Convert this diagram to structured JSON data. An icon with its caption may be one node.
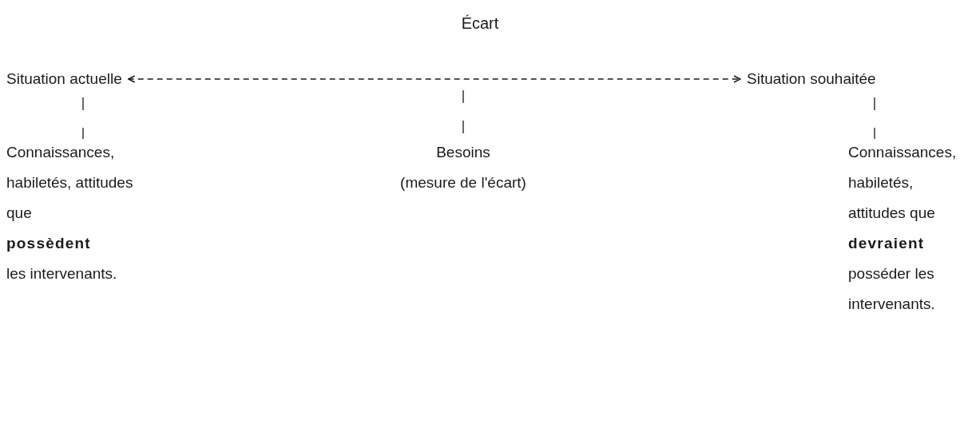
{
  "diagram": {
    "title": "Écart",
    "nodes": [
      {
        "text": [
          "Situation actuelle"
        ]
      },
      {
        "text": [
          "Situation souhaitée"
        ]
      },
      {
        "text": [
          "Connaissances, habiletés, attitudes que **possèdent** les intervenants."
        ]
      },
      {
        "text": [
          "Besoins",
          "(mesure de l'écart)"
        ]
      },
      {
        "text": [
          "Connaissances, habiletés, attitudes que **devraient** posséder les intervenants."
        ]
      }
    ],
    "edges": [
      {
        "from": 0,
        "to": 1,
        "arrow": "both",
        "style": "dashed"
      },
      {
        "from": 0,
        "to": 2,
        "arrow": "none",
        "style": "dashed"
      },
      {
        "from": null,
        "to": 3,
        "arrow": "none",
        "style": "dashed"
      },
      {
        "from": 1,
        "to": 4,
        "arrow": "none",
        "style": "dashed"
      }
    ]
  }
}
